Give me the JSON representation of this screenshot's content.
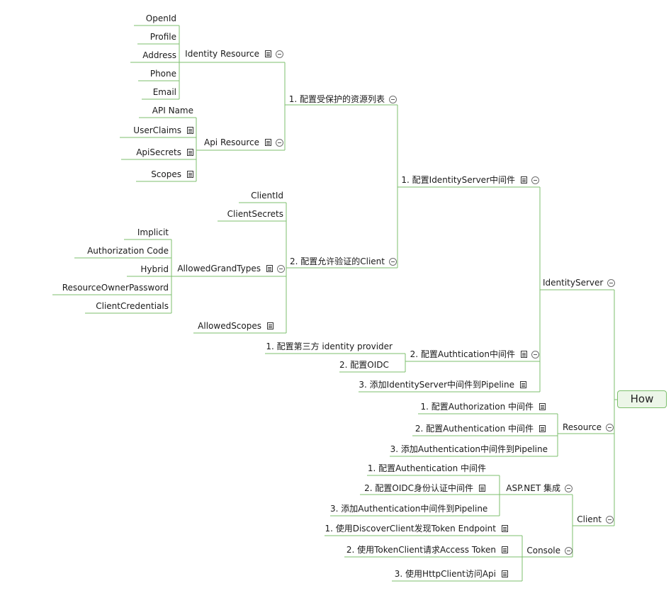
{
  "root": "How",
  "identityserver": {
    "label": "IdentityServer",
    "step1": {
      "label": "1. 配置IdentityServer中间件",
      "resources": {
        "label": "1. 配置受保护的资源列表",
        "identity": {
          "label": "Identity Resource",
          "children": [
            "OpenId",
            "Profile",
            "Address",
            "Phone",
            "Email"
          ]
        },
        "api": {
          "label": "Api Resource",
          "children": [
            "API Name",
            "UserClaims",
            "ApiSecrets",
            "Scopes"
          ]
        }
      },
      "clients": {
        "label": "2. 配置允许验证的Client",
        "client_id": "ClientId",
        "client_secrets": "ClientSecrets",
        "grant_types": {
          "label": "AllowedGrandTypes",
          "children": [
            "Implicit",
            "Authorization Code",
            "Hybrid",
            "ResourceOwnerPassword",
            "ClientCredentials"
          ]
        },
        "allowed_scopes": "AllowedScopes"
      }
    },
    "step2": {
      "label": "2. 配置Authtication中间件",
      "children": [
        "1. 配置第三方 identity provider",
        "2. 配置OIDC"
      ]
    },
    "step3": "3. 添加IdentityServer中间件到Pipeline"
  },
  "resource": {
    "label": "Resource",
    "children": [
      "1. 配置Authorization 中间件",
      "2. 配置Authentication 中间件",
      "3. 添加Authentication中间件到Pipeline"
    ]
  },
  "client": {
    "label": "Client",
    "aspnet": {
      "label": "ASP.NET 集成",
      "children": [
        "1. 配置Authentication 中间件",
        "2. 配置OIDC身份认证中间件",
        "3. 添加Authentication中间件到Pipeline"
      ]
    },
    "console": {
      "label": "Console",
      "children": [
        "1. 使用DiscoverClient发现Token Endpoint",
        "2. 使用TokenClient请求Access Token",
        "3. 使用HttpClient访问Api"
      ]
    }
  },
  "colors": {
    "line": "#7cbf6c",
    "root_fill": "#ecf6e8"
  }
}
